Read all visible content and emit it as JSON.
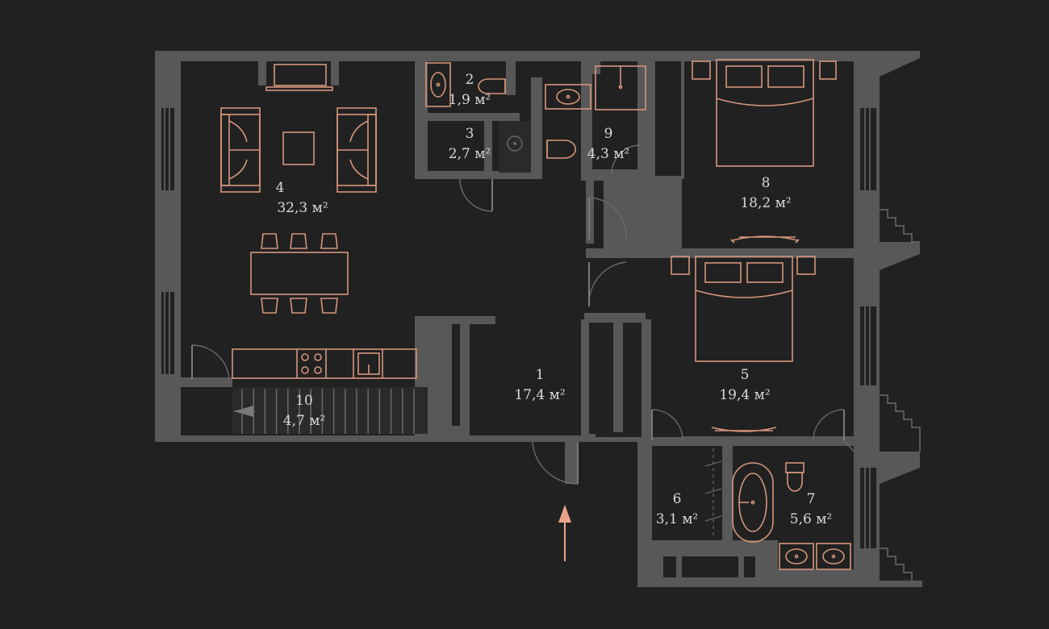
{
  "colors": {
    "background": "#212121",
    "walls": "#585858",
    "furniture": "#d6957c",
    "labels": "#d9d9d9",
    "entry_arrow": "#e8a58c"
  },
  "rooms": [
    {
      "number": "1",
      "area": "17,4 м²"
    },
    {
      "number": "2",
      "area": "1,9 м²"
    },
    {
      "number": "3",
      "area": "2,7 м²"
    },
    {
      "number": "4",
      "area": "32,3 м²"
    },
    {
      "number": "5",
      "area": "19,4 м²"
    },
    {
      "number": "6",
      "area": "3,1 м²"
    },
    {
      "number": "7",
      "area": "5,6 м²"
    },
    {
      "number": "8",
      "area": "18,2 м²"
    },
    {
      "number": "9",
      "area": "4,3 м²"
    },
    {
      "number": "10",
      "area": "4,7 м²"
    }
  ],
  "icons": {
    "entry": "entry-arrow-icon",
    "bed": "bed-icon",
    "sofa": "sofa-icon",
    "bathtub": "bathtub-icon",
    "sink": "sink-icon",
    "toilet": "toilet-icon",
    "stove": "stove-icon"
  }
}
